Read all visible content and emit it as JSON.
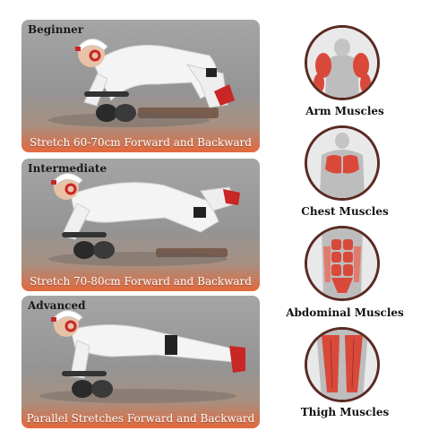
{
  "levels": [
    {
      "title": "Beginner",
      "caption": "Stretch 60-70cm Forward and Backward"
    },
    {
      "title": "Intermediate",
      "caption": "Stretch 70-80cm Forward and Backward"
    },
    {
      "title": "Advanced",
      "caption": "Parallel Stretches Forward and Backward"
    }
  ],
  "muscles": [
    {
      "label": "Arm Muscles"
    },
    {
      "label": "Chest Muscles"
    },
    {
      "label": "Abdominal Muscles"
    },
    {
      "label": "Thigh Muscles"
    }
  ],
  "colors": {
    "panel_gray": "#9a9a9a",
    "panel_accent": "#e4683c",
    "muscle_red": "#d9493a",
    "ring": "#5a2a22"
  }
}
